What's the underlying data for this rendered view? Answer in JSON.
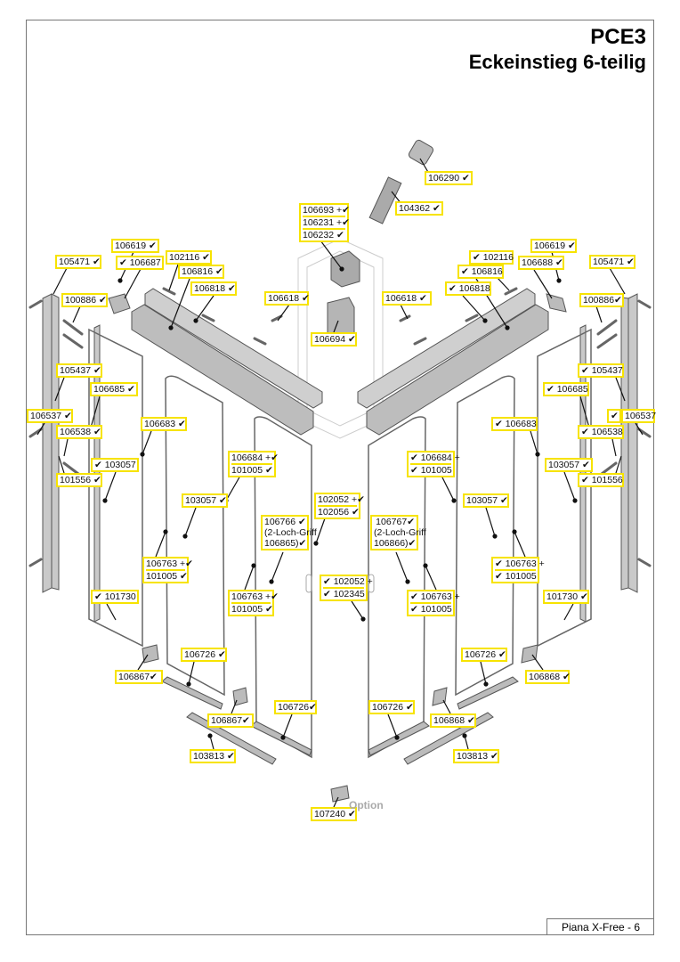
{
  "title": {
    "code": "PCE3",
    "subtitle": "Eckeinstieg 6-teilig"
  },
  "footer": "Piana X-Free - 6",
  "option_label": "Option",
  "labels": [
    {
      "lines": [
        "106290 ✔"
      ]
    },
    {
      "lines": [
        "104362 ✔"
      ]
    },
    {
      "lines": [
        "106693 +✔",
        "106231 +✔",
        "106232  ✔"
      ]
    },
    {
      "lines": [
        "106619 ✔"
      ]
    },
    {
      "lines": [
        "105471 ✔"
      ]
    },
    {
      "lines": [
        "✔ 106687"
      ]
    },
    {
      "lines": [
        "102116 ✔"
      ]
    },
    {
      "lines": [
        "106816 ✔"
      ]
    },
    {
      "lines": [
        "106818 ✔"
      ]
    },
    {
      "lines": [
        "100886 ✔"
      ]
    },
    {
      "lines": [
        "106618 ✔"
      ]
    },
    {
      "lines": [
        "106694 ✔"
      ]
    },
    {
      "lines": [
        "106618 ✔"
      ]
    },
    {
      "lines": [
        "✔ 102116"
      ]
    },
    {
      "lines": [
        "✔ 106816"
      ]
    },
    {
      "lines": [
        "✔ 106818"
      ]
    },
    {
      "lines": [
        "106619 ✔"
      ]
    },
    {
      "lines": [
        "106688 ✔"
      ]
    },
    {
      "lines": [
        "105471 ✔"
      ]
    },
    {
      "lines": [
        "100886✔"
      ]
    },
    {
      "lines": [
        "105437 ✔"
      ]
    },
    {
      "lines": [
        "106685 ✔"
      ]
    },
    {
      "lines": [
        "106537 ✔"
      ]
    },
    {
      "lines": [
        "106538 ✔"
      ]
    },
    {
      "lines": [
        "106683 ✔"
      ]
    },
    {
      "lines": [
        "✔ 103057"
      ]
    },
    {
      "lines": [
        "101556 ✔"
      ]
    },
    {
      "lines": [
        "106684 +✔",
        "101005  ✔"
      ]
    },
    {
      "lines": [
        "103057 ✔"
      ]
    },
    {
      "lines": [
        "102052 +✔",
        "102056  ✔"
      ]
    },
    {
      "lines": [
        "106766 ✔",
        "(2-Loch-Griff",
        "106865)✔"
      ],
      "multi": true
    },
    {
      "lines": [
        "106763 +✔",
        "101005  ✔"
      ]
    },
    {
      "lines": [
        "106763 +✔",
        "101005  ✔"
      ]
    },
    {
      "lines": [
        "✔ 102052 +",
        "✔ 102345"
      ]
    },
    {
      "lines": [
        "106767✔",
        "(2-Loch-Griff",
        "106866)✔"
      ],
      "multi": true
    },
    {
      "lines": [
        "✔ 106684 +",
        "✔ 101005"
      ]
    },
    {
      "lines": [
        "103057 ✔"
      ]
    },
    {
      "lines": [
        "✔  106683"
      ]
    },
    {
      "lines": [
        "✔ 106763 +",
        "✔ 101005"
      ]
    },
    {
      "lines": [
        "✔ 106763 +",
        "✔ 101005"
      ]
    },
    {
      "lines": [
        "✔ 106685"
      ]
    },
    {
      "lines": [
        "✔ 105437"
      ]
    },
    {
      "lines": [
        "✔"
      ]
    },
    {
      "lines": [
        "106537"
      ]
    },
    {
      "lines": [
        "✔ 106538"
      ]
    },
    {
      "lines": [
        "103057 ✔"
      ]
    },
    {
      "lines": [
        "✔ 101556"
      ]
    },
    {
      "lines": [
        "✔  101730"
      ]
    },
    {
      "lines": [
        "101730 ✔"
      ]
    },
    {
      "lines": [
        "106726 ✔"
      ]
    },
    {
      "lines": [
        "106867✔"
      ]
    },
    {
      "lines": [
        "106726✔"
      ]
    },
    {
      "lines": [
        "106867✔"
      ]
    },
    {
      "lines": [
        "103813 ✔"
      ]
    },
    {
      "lines": [
        "106726 ✔"
      ]
    },
    {
      "lines": [
        "106868 ✔"
      ]
    },
    {
      "lines": [
        "106726 ✔"
      ]
    },
    {
      "lines": [
        "106868 ✔"
      ]
    },
    {
      "lines": [
        "103813 ✔"
      ]
    },
    {
      "lines": [
        "107240 ✔"
      ]
    }
  ]
}
